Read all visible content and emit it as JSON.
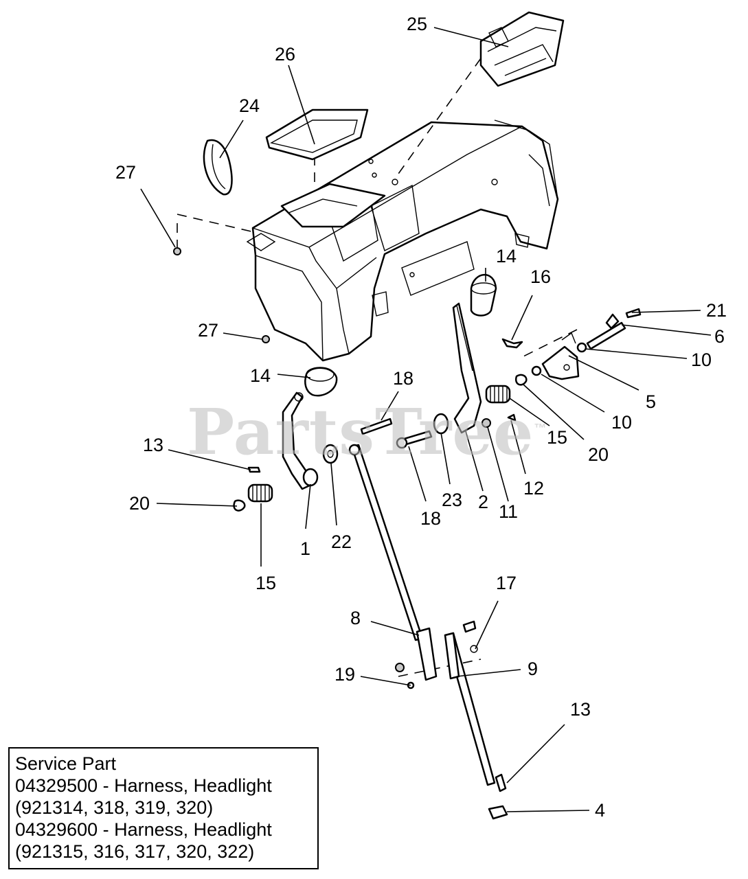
{
  "watermark": {
    "text": "PartsTree",
    "mark": "™"
  },
  "service_box": {
    "heading": "Service Part",
    "lines": [
      "04329500 - Harness, Headlight",
      "(921314, 318, 319, 320)",
      "04329600 - Harness, Headlight",
      "(921315, 316, 317, 320, 322)"
    ]
  },
  "callouts": {
    "n25": "25",
    "n26": "26",
    "n24": "24",
    "n27a": "27",
    "n27b": "27",
    "n14a": "14",
    "n14b": "14",
    "n16": "16",
    "n21": "21",
    "n6": "6",
    "n10a": "10",
    "n10b": "10",
    "n5": "5",
    "n15a": "15",
    "n15b": "15",
    "n20a": "20",
    "n20b": "20",
    "n12": "12",
    "n11": "11",
    "n2": "2",
    "n23": "23",
    "n18a": "18",
    "n18b": "18",
    "n13a": "13",
    "n13b": "13",
    "n1": "1",
    "n22": "22",
    "n17": "17",
    "n8": "8",
    "n9": "9",
    "n19": "19",
    "n4": "4"
  }
}
